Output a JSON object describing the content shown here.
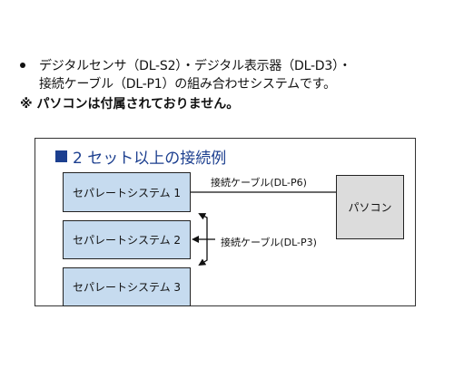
{
  "description_list": {
    "line1": "デジタルセンサ（DL-S2）・デジタル表示器（DL-D3）・",
    "line2": "接続ケーブル（DL-P1）の組み合わせシステムです。",
    "note": "※ パソコンは付属されておりません。"
  },
  "diagram": {
    "title": "2 セット以上の接続例",
    "systems": [
      "セパレートシステム 1",
      "セパレートシステム 2",
      "セパレートシステム 3"
    ],
    "pc_label": "パソコン",
    "cable_p6": "接続ケーブル(DL-P6)",
    "cable_p3": "接続ケーブル(DL-P3)",
    "colors": {
      "title": "#1c3f8f",
      "system_box": "#c6dbef",
      "pc_box": "#dcdcdc"
    }
  }
}
